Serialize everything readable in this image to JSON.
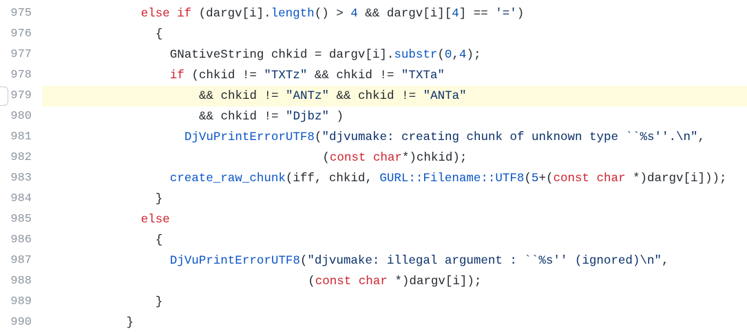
{
  "colors": {
    "keyword": "#cf222e",
    "function": "#0a55c6",
    "number": "#0550ae",
    "string": "#0a3069",
    "plain": "#24292f",
    "line_number": "#8c959f",
    "highlight": "#fffbdd"
  },
  "lines": [
    {
      "number": "975",
      "indent": 12,
      "tokens": [
        [
          "kw",
          "else"
        ],
        [
          "p",
          " "
        ],
        [
          "kw",
          "if"
        ],
        [
          "p",
          " (dargv[i]."
        ],
        [
          "fn",
          "length"
        ],
        [
          "p",
          "() > "
        ],
        [
          "num",
          "4"
        ],
        [
          "p",
          " && dargv[i]["
        ],
        [
          "num",
          "4"
        ],
        [
          "p",
          "] == "
        ],
        [
          "str",
          "'='"
        ],
        [
          "p",
          ")"
        ]
      ]
    },
    {
      "number": "976",
      "indent": 14,
      "tokens": [
        [
          "p",
          "{"
        ]
      ]
    },
    {
      "number": "977",
      "indent": 16,
      "tokens": [
        [
          "p",
          "GNativeString chkid = dargv[i]."
        ],
        [
          "fn",
          "substr"
        ],
        [
          "p",
          "("
        ],
        [
          "num",
          "0"
        ],
        [
          "p",
          ","
        ],
        [
          "num",
          "4"
        ],
        [
          "p",
          ");"
        ]
      ]
    },
    {
      "number": "978",
      "indent": 16,
      "tokens": [
        [
          "kw",
          "if"
        ],
        [
          "p",
          " (chkid != "
        ],
        [
          "str",
          "\"TXTz\""
        ],
        [
          "p",
          " && chkid != "
        ],
        [
          "str",
          "\"TXTa\""
        ]
      ]
    },
    {
      "number": "979",
      "indent": 20,
      "highlighted": true,
      "tokens": [
        [
          "p",
          "&& chkid != "
        ],
        [
          "str",
          "\"ANTz\""
        ],
        [
          "p",
          " && chkid != "
        ],
        [
          "str",
          "\"ANTa\""
        ]
      ]
    },
    {
      "number": "980",
      "indent": 20,
      "tokens": [
        [
          "p",
          "&& chkid != "
        ],
        [
          "str",
          "\"Djbz\""
        ],
        [
          "p",
          " )"
        ]
      ]
    },
    {
      "number": "981",
      "indent": 18,
      "tokens": [
        [
          "fn",
          "DjVuPrintErrorUTF8"
        ],
        [
          "p",
          "("
        ],
        [
          "str",
          "\"djvumake: creating chunk of unknown type ``%s''.\\n\""
        ],
        [
          "p",
          ","
        ]
      ]
    },
    {
      "number": "982",
      "indent": 37,
      "tokens": [
        [
          "p",
          "("
        ],
        [
          "kw",
          "const"
        ],
        [
          "p",
          " "
        ],
        [
          "kw",
          "char"
        ],
        [
          "p",
          "*)chkid);"
        ]
      ]
    },
    {
      "number": "983",
      "indent": 16,
      "tokens": [
        [
          "fn",
          "create_raw_chunk"
        ],
        [
          "p",
          "(iff, chkid, "
        ],
        [
          "fn",
          "GURL::Filename::UTF8"
        ],
        [
          "p",
          "("
        ],
        [
          "num",
          "5"
        ],
        [
          "p",
          "+("
        ],
        [
          "kw",
          "const"
        ],
        [
          "p",
          " "
        ],
        [
          "kw",
          "char"
        ],
        [
          "p",
          " *)dargv[i]));"
        ]
      ]
    },
    {
      "number": "984",
      "indent": 14,
      "tokens": [
        [
          "p",
          "}"
        ]
      ]
    },
    {
      "number": "985",
      "indent": 12,
      "tokens": [
        [
          "kw",
          "else"
        ]
      ]
    },
    {
      "number": "986",
      "indent": 14,
      "tokens": [
        [
          "p",
          "{"
        ]
      ]
    },
    {
      "number": "987",
      "indent": 16,
      "tokens": [
        [
          "fn",
          "DjVuPrintErrorUTF8"
        ],
        [
          "p",
          "("
        ],
        [
          "str",
          "\"djvumake: illegal argument : ``%s'' (ignored)\\n\""
        ],
        [
          "p",
          ","
        ]
      ]
    },
    {
      "number": "988",
      "indent": 35,
      "tokens": [
        [
          "p",
          "("
        ],
        [
          "kw",
          "const"
        ],
        [
          "p",
          " "
        ],
        [
          "kw",
          "char"
        ],
        [
          "p",
          " *)dargv[i]);"
        ]
      ]
    },
    {
      "number": "989",
      "indent": 14,
      "tokens": [
        [
          "p",
          "}"
        ]
      ]
    },
    {
      "number": "990",
      "indent": 10,
      "tokens": [
        [
          "p",
          "}"
        ]
      ]
    }
  ]
}
